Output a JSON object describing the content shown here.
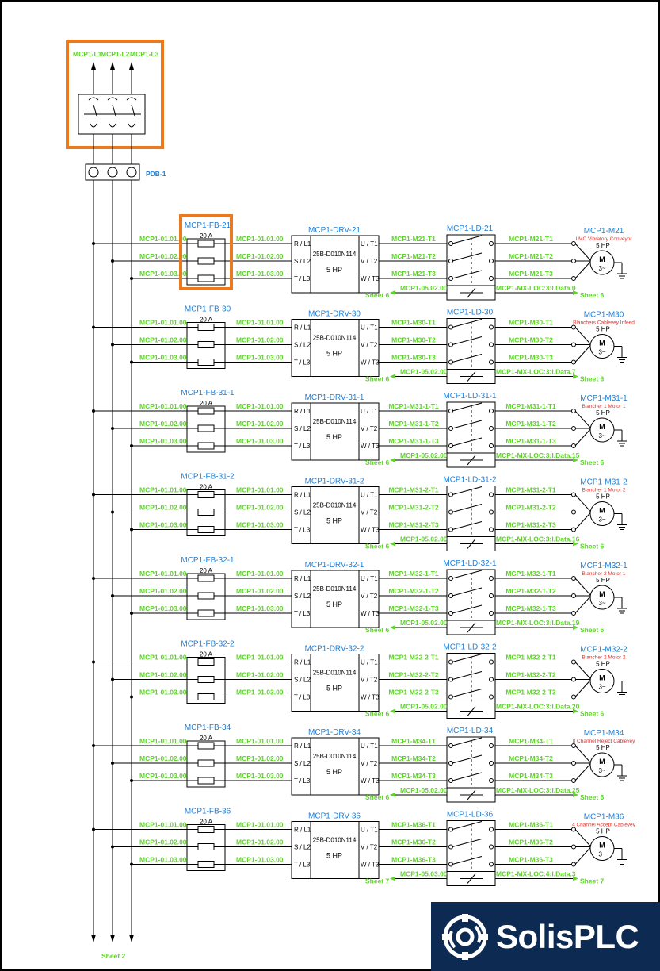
{
  "supply": {
    "phases": [
      "MCP1-L1",
      "MCP1-L2",
      "MCP1-L3"
    ],
    "pdb_label": "PDB-1",
    "bottom_ref": "Sheet 2"
  },
  "lines_in": [
    "MCP1-01.01.00",
    "MCP1-01.02.00",
    "MCP1-01.03.00"
  ],
  "drive_common": {
    "model": "25B-D010N114",
    "in_terms": [
      "R / L1",
      "S / L2",
      "T / L3"
    ],
    "out_terms": [
      "U / T1",
      "V / T2",
      "W / T3"
    ]
  },
  "circuits": [
    {
      "fb": "MCP1-FB-21",
      "amps": "20 A",
      "drv": "MCP1-DRV-21",
      "hp": "5 HP",
      "ld": "MCP1-LD-21",
      "motor": "MCP1-M21",
      "mhp": "5 HP",
      "desc": "LMC Vibratory Conveyor",
      "wires": [
        "MCP1-M21-T1",
        "MCP1-M21-T2",
        "MCP1-M21-T3"
      ],
      "ld_in": "MCP1-05.02.00",
      "ld_out": "MCP1-MX-LOC:3:I.Data.0",
      "sheet_l": "Sheet 6",
      "sheet_r": "Sheet 6"
    },
    {
      "fb": "MCP1-FB-30",
      "amps": "20 A",
      "drv": "MCP1-DRV-30",
      "hp": "5 HP",
      "ld": "MCP1-LD-30",
      "motor": "MCP1-M30",
      "mhp": "5 HP",
      "desc": "Blanchers Cablevey Infeed",
      "wires": [
        "MCP1-M30-T1",
        "MCP1-M30-T2",
        "MCP1-M30-T3"
      ],
      "ld_in": "MCP1-05.02.00",
      "ld_out": "MCP1-MX-LOC:3:I.Data.7",
      "sheet_l": "Sheet 6",
      "sheet_r": "Sheet 6"
    },
    {
      "fb": "MCP1-FB-31-1",
      "amps": "20 A",
      "drv": "MCP1-DRV-31-1",
      "hp": "5 HP",
      "ld": "MCP1-LD-31-1",
      "motor": "MCP1-M31-1",
      "mhp": "5 HP",
      "desc": "Blancher 1 Motor 1",
      "wires": [
        "MCP1-M31-1-T1",
        "MCP1-M31-1-T2",
        "MCP1-M31-1-T3"
      ],
      "ld_in": "MCP1-05.02.00",
      "ld_out": "MCP1-MX-LOC:3:I.Data.15",
      "sheet_l": "Sheet 6",
      "sheet_r": "Sheet 6"
    },
    {
      "fb": "MCP1-FB-31-2",
      "amps": "20 A",
      "drv": "MCP1-DRV-31-2",
      "hp": "5 HP",
      "ld": "MCP1-LD-31-2",
      "motor": "MCP1-M31-2",
      "mhp": "5 HP",
      "desc": "Blancher 1 Motor 2",
      "wires": [
        "MCP1-M31-2-T1",
        "MCP1-M31-2-T2",
        "MCP1-M31-2-T3"
      ],
      "ld_in": "MCP1-05.02.00",
      "ld_out": "MCP1-MX-LOC:3:I.Data.16",
      "sheet_l": "Sheet 6",
      "sheet_r": "Sheet 6"
    },
    {
      "fb": "MCP1-FB-32-1",
      "amps": "20 A",
      "drv": "MCP1-DRV-32-1",
      "hp": "5 HP",
      "ld": "MCP1-LD-32-1",
      "motor": "MCP1-M32-1",
      "mhp": "5 HP",
      "desc": "Blancher 2 Motor 1",
      "wires": [
        "MCP1-M32-1-T1",
        "MCP1-M32-1-T2",
        "MCP1-M32-1-T3"
      ],
      "ld_in": "MCP1-05.02.00",
      "ld_out": "MCP1-MX-LOC:3:I.Data.19",
      "sheet_l": "Sheet 6",
      "sheet_r": "Sheet 6"
    },
    {
      "fb": "MCP1-FB-32-2",
      "amps": "20 A",
      "drv": "MCP1-DRV-32-2",
      "hp": "5 HP",
      "ld": "MCP1-LD-32-2",
      "motor": "MCP1-M32-2",
      "mhp": "5 HP",
      "desc": "Blancher 2 Motor 2",
      "wires": [
        "MCP1-M32-2-T1",
        "MCP1-M32-2-T2",
        "MCP1-M32-2-T3"
      ],
      "ld_in": "MCP1-05.02.00",
      "ld_out": "MCP1-MX-LOC:3:I.Data.20",
      "sheet_l": "Sheet 6",
      "sheet_r": "Sheet 6"
    },
    {
      "fb": "MCP1-FB-34",
      "amps": "20 A",
      "drv": "MCP1-DRV-34",
      "hp": "5 HP",
      "ld": "MCP1-LD-34",
      "motor": "MCP1-M34",
      "mhp": "5 HP",
      "desc": "8 Channel Reject Cablevey",
      "wires": [
        "MCP1-M34-T1",
        "MCP1-M34-T2",
        "MCP1-M34-T3"
      ],
      "ld_in": "MCP1-05.02.00",
      "ld_out": "MCP1-MX-LOC:3:I.Data.25",
      "sheet_l": "Sheet 6",
      "sheet_r": "Sheet 6"
    },
    {
      "fb": "MCP1-FB-36",
      "amps": "20 A",
      "drv": "MCP1-DRV-36",
      "hp": "5 HP",
      "ld": "MCP1-LD-36",
      "motor": "MCP1-M36",
      "mhp": "5 HP",
      "desc": "4 Channel Accept Cablevey",
      "wires": [
        "MCP1-M36-T1",
        "MCP1-M36-T2",
        "MCP1-M36-T3"
      ],
      "ld_in": "MCP1-05.03.00",
      "ld_out": "MCP1-MX-LOC:4:I.Data.3",
      "sheet_l": "Sheet 7",
      "sheet_r": "Sheet 7"
    }
  ],
  "motor_symbol": {
    "letter": "M",
    "phase": "3~"
  },
  "colors": {
    "wire_label": "#5fd32b",
    "device_label": "#1f7fd6",
    "description": "#e0302a",
    "highlight": "#e97a1f",
    "brand_bg": "#0d2a52"
  },
  "brand": {
    "name": "SolisPLC",
    "logo_icon": "gear-icon"
  }
}
